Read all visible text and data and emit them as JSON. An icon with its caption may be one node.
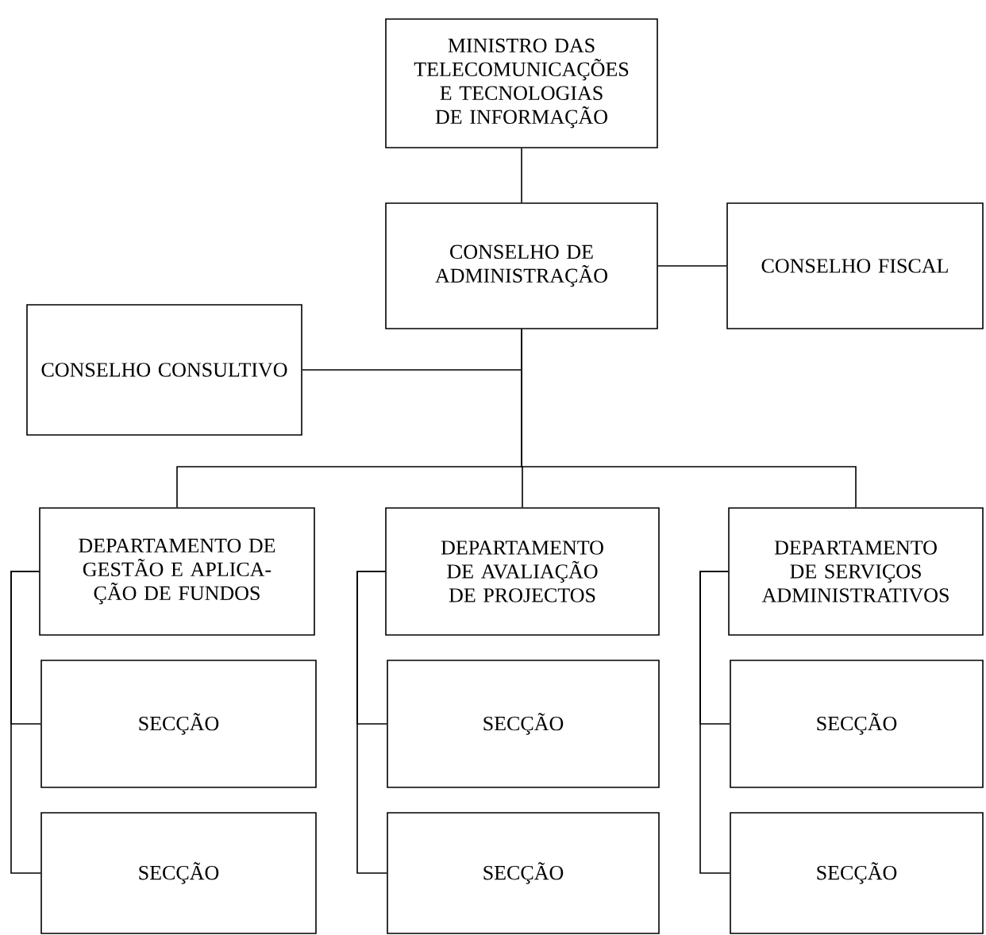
{
  "diagram": {
    "nodes": [
      {
        "text": [
          "MINISTRO DAS TELECOMUNICAÇÕES E TECNOLOGIAS DE INFORMAÇÃO"
        ]
      },
      {
        "text": [
          "CONSELHO DE ADMINISTRAÇÃO"
        ]
      },
      {
        "text": [
          "CONSELHO FISCAL"
        ]
      },
      {
        "text": [
          "CONSELHO CONSULTIVO"
        ]
      },
      {
        "text": [
          "DEPARTAMENTO DE GESTÃO E APLICA- ÇÃO DE FUNDOS"
        ]
      },
      {
        "text": [
          "DEPARTAMENTO DE AVALIAÇÃO DE PROJECTOS"
        ]
      },
      {
        "text": [
          "DEPARTAMENTO DE SERVIÇOS ADMINISTRATIVOS"
        ]
      },
      {
        "text": [
          "SECÇÃO"
        ]
      },
      {
        "text": [
          "SECÇÃO"
        ]
      },
      {
        "text": [
          "SECÇÃO"
        ]
      },
      {
        "text": [
          "SECÇÃO"
        ]
      },
      {
        "text": [
          "SECÇÃO"
        ]
      },
      {
        "text": [
          "SECÇÃO"
        ]
      }
    ],
    "edges": [
      {
        "from": 0,
        "to": 1,
        "arrow": "none"
      },
      {
        "from": 1,
        "to": 2,
        "arrow": "none"
      },
      {
        "from": 1,
        "to": 3,
        "arrow": "none"
      },
      {
        "from": 1,
        "to": 4,
        "arrow": "none"
      },
      {
        "from": 1,
        "to": 5,
        "arrow": "none"
      },
      {
        "from": 1,
        "to": 6,
        "arrow": "none"
      },
      {
        "from": 4,
        "to": 7,
        "arrow": "none"
      },
      {
        "from": 4,
        "to": 8,
        "arrow": "none"
      },
      {
        "from": 5,
        "to": 9,
        "arrow": "none"
      },
      {
        "from": 5,
        "to": 10,
        "arrow": "none"
      },
      {
        "from": 6,
        "to": 11,
        "arrow": "none"
      },
      {
        "from": 6,
        "to": 12,
        "arrow": "none"
      }
    ]
  }
}
